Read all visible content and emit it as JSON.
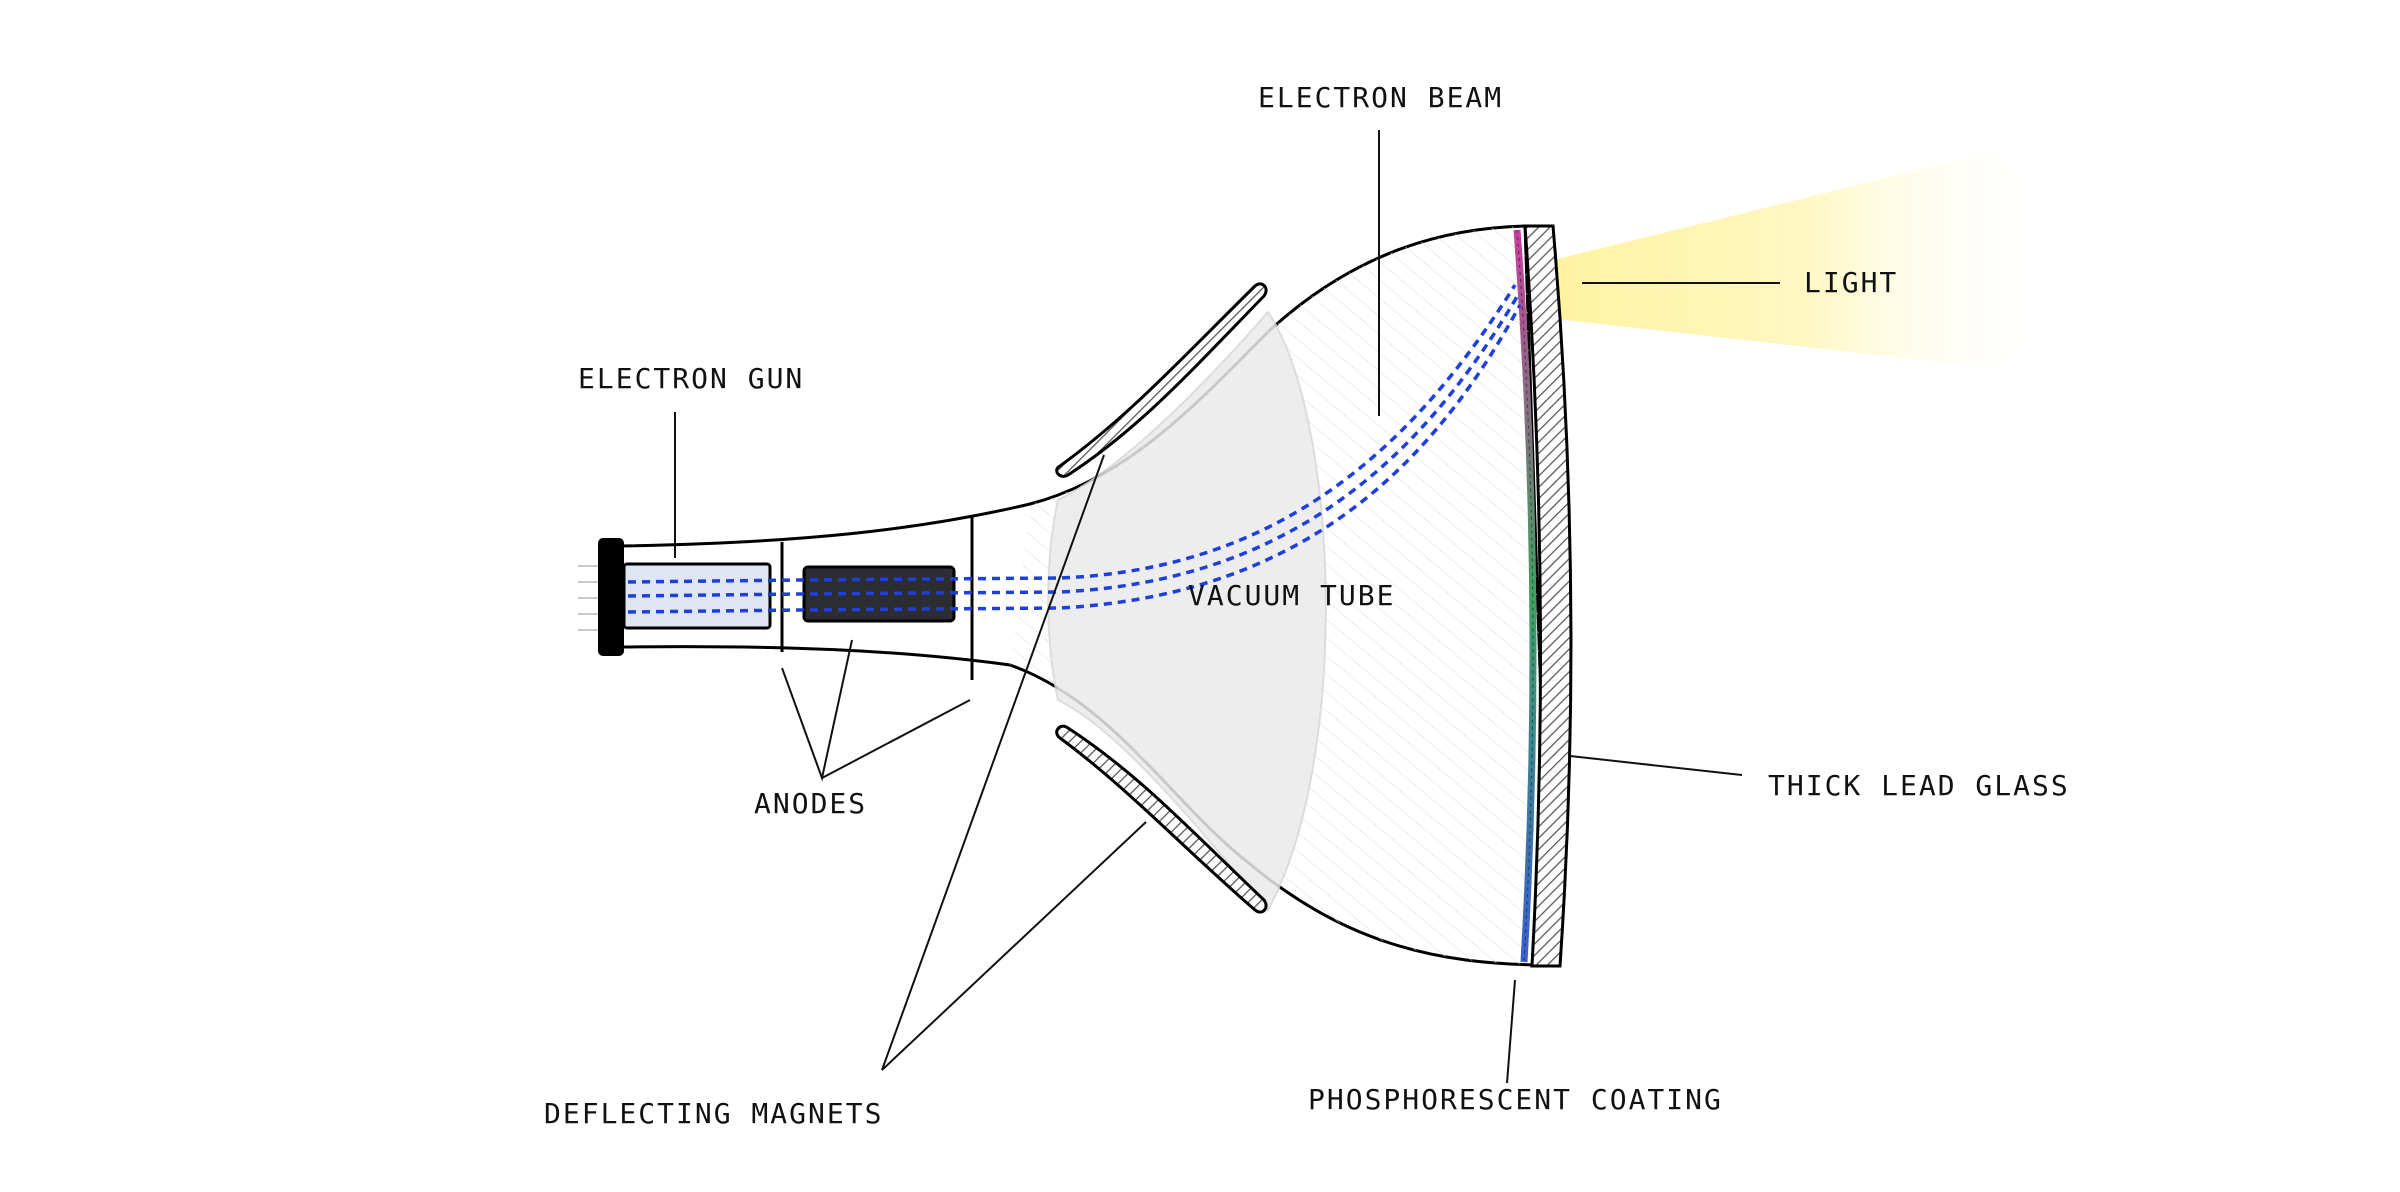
{
  "labels": {
    "electron_beam": "ELECTRON BEAM",
    "light": "LIGHT",
    "electron_gun": "ELECTRON GUN",
    "vacuum_tube": "VACUUM TUBE",
    "anodes": "ANODES",
    "thick_lead_glass": "THICK LEAD GLASS",
    "deflecting_magnets": "DEFLECTING MAGNETS",
    "phosphorescent_coating": "PHOSPHORESCENT COATING"
  },
  "colors": {
    "beam": "#1f3fdc",
    "light": "#fff3a0",
    "outline": "#000000",
    "hatch": "#999999",
    "anode_fill": "#2b2d33",
    "vacuum_shade": "#ececec"
  }
}
